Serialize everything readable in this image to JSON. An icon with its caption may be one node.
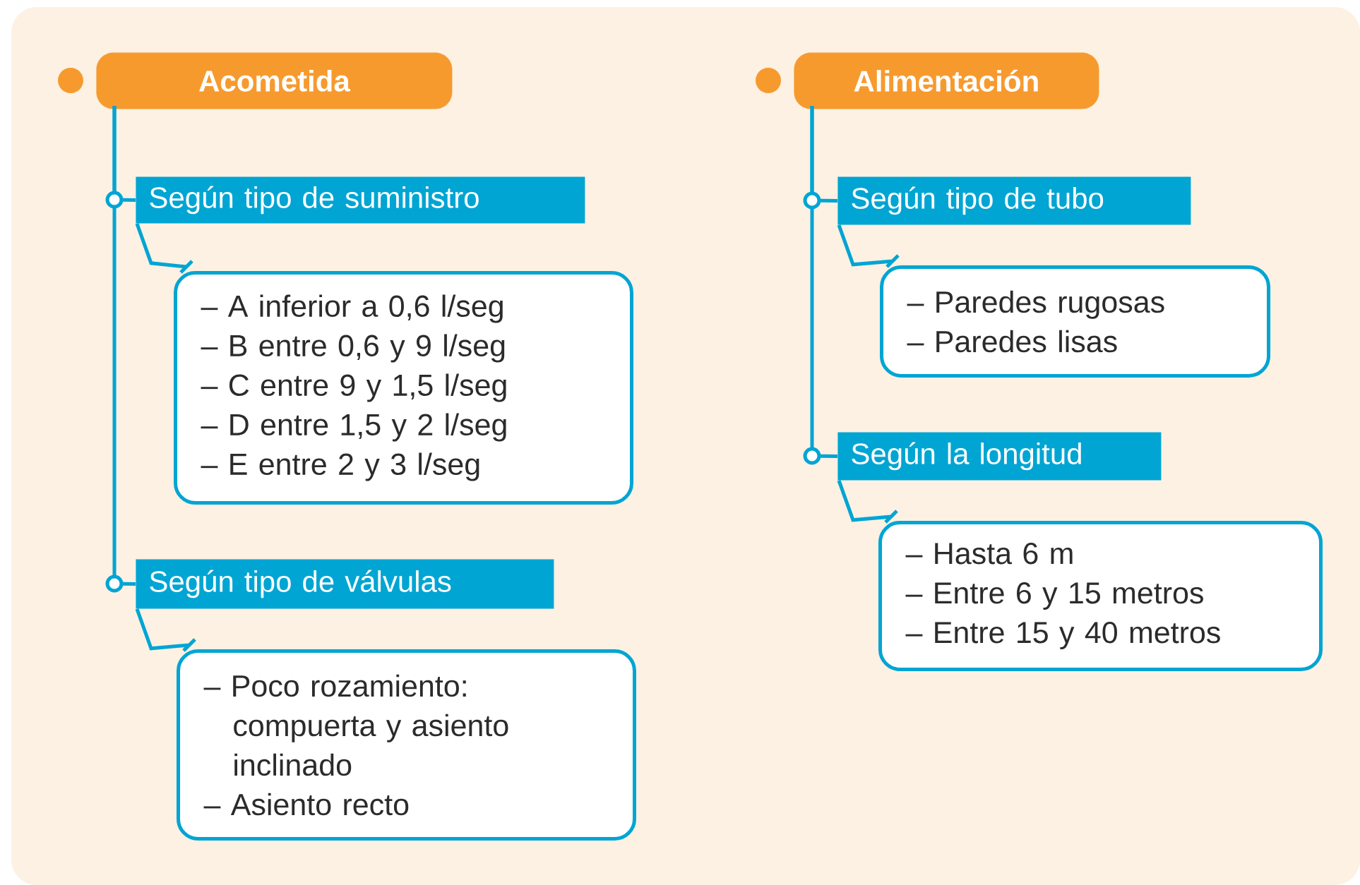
{
  "diagram": {
    "nodes": [
      {
        "text": [
          "Acometida"
        ]
      },
      {
        "text": [
          "Según tipo de suministro"
        ]
      },
      {
        "text": [
          "– A inferior a 0,6 l/seg",
          "– B entre 0,6 y 9 l/seg",
          "– C entre 9 y 1,5  l/seg",
          "– D entre 1,5 y 2 l/seg",
          "– E entre 2 y 3 l/seg"
        ]
      },
      {
        "text": [
          "Según tipo de válvulas"
        ]
      },
      {
        "text": [
          "– Poco rozamiento: compuerta y asiento inclinado",
          "– Asiento recto"
        ]
      },
      {
        "text": [
          "Alimentación"
        ]
      },
      {
        "text": [
          "Según tipo de tubo"
        ]
      },
      {
        "text": [
          "– Paredes rugosas",
          "– Paredes lisas"
        ]
      },
      {
        "text": [
          "Según la longitud"
        ]
      },
      {
        "text": [
          "– Hasta 6 m",
          "– Entre 6 y 15 metros",
          "– Entre 15 y 40 metros"
        ]
      }
    ],
    "edges": [
      {
        "from": 0,
        "to": 3,
        "arrow": "none"
      },
      {
        "from": 0,
        "to": 1,
        "arrow": "none"
      },
      {
        "from": 1,
        "to": 2,
        "arrow": "none"
      },
      {
        "from": 3,
        "to": 4,
        "arrow": "none"
      },
      {
        "from": 5,
        "to": 8,
        "arrow": "none"
      },
      {
        "from": 5,
        "to": 6,
        "arrow": "none"
      },
      {
        "from": 6,
        "to": 7,
        "arrow": "none"
      },
      {
        "from": 8,
        "to": 9,
        "arrow": "none"
      }
    ]
  }
}
